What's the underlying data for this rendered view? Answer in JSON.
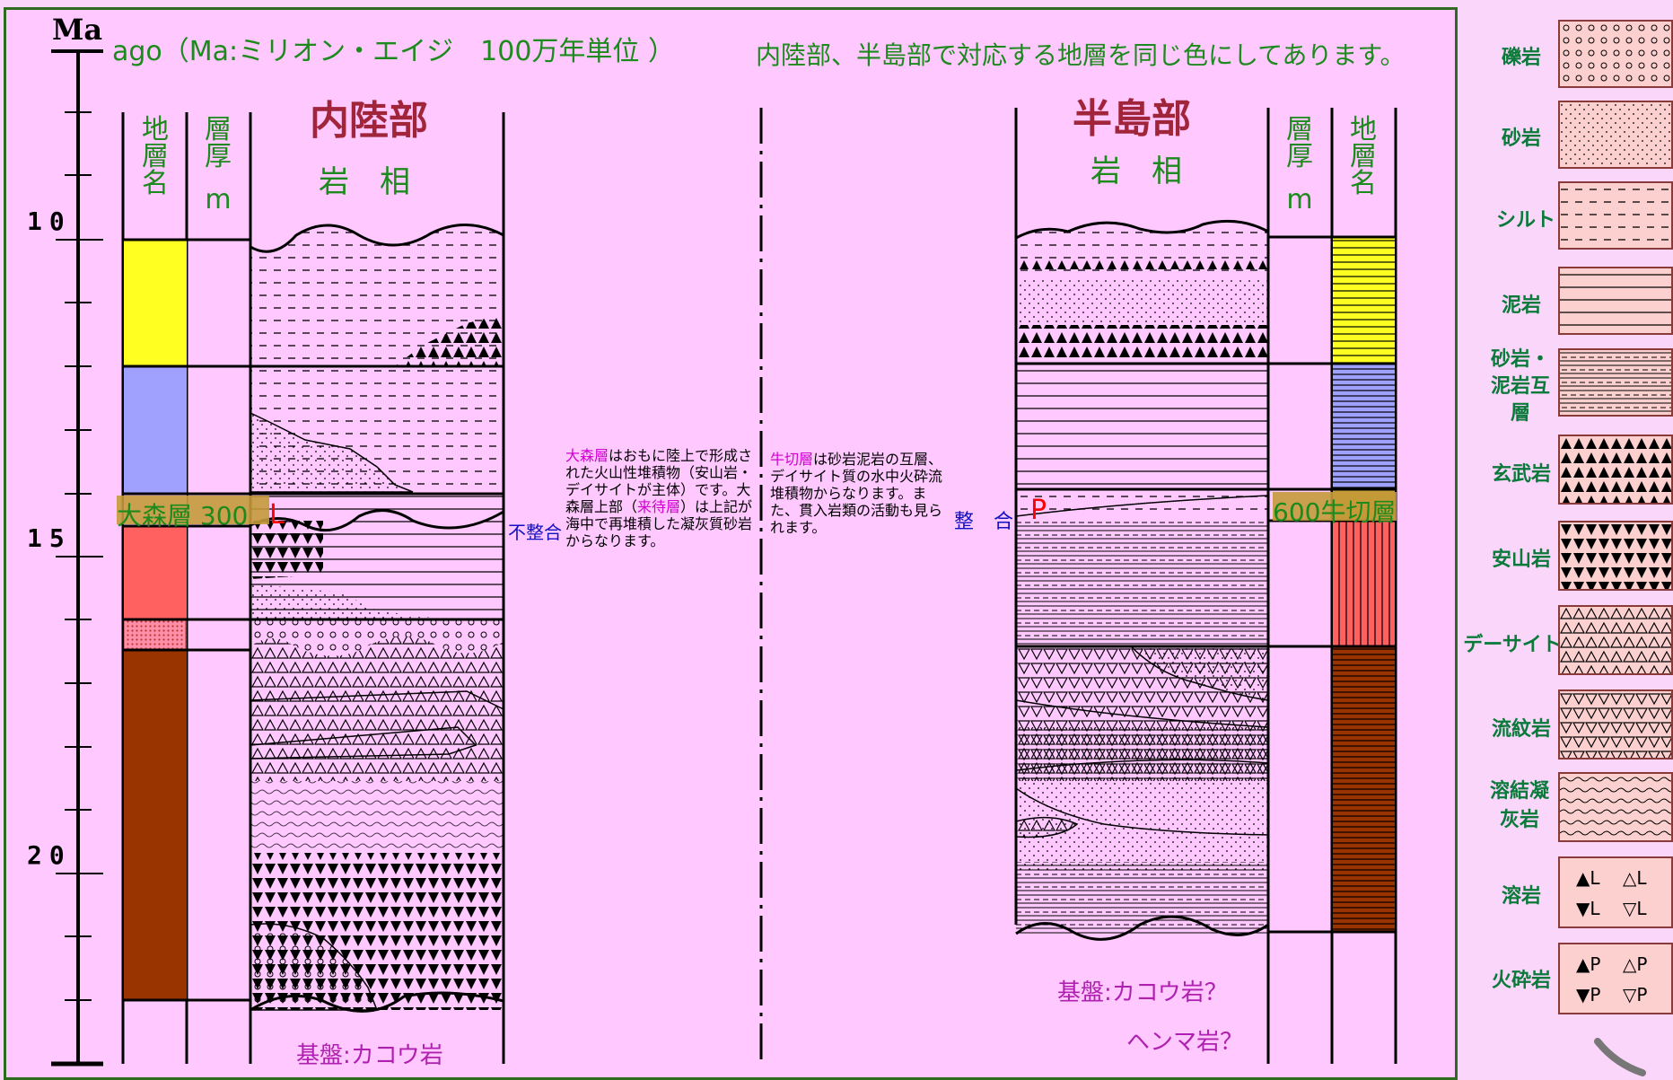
{
  "header": {
    "unit_symbol": "Ma",
    "unit_caption": "ago（Ma:ミリオン・エイジ　100万年単位 ）",
    "note": "内陸部、半島部で対応する地層を同じ色にしてあります。"
  },
  "axis": {
    "ticks": [
      {
        "label": "10",
        "value": 10
      },
      {
        "label": "15",
        "value": 15
      },
      {
        "label": "20",
        "value": 20
      }
    ]
  },
  "inland": {
    "title": "内陸部",
    "col_name": "地層名",
    "col_thickness": "層厚",
    "col_thickness_unit": "m",
    "col_facies": "岩　相",
    "formation_label": "大森層 300",
    "marker": "L",
    "unconformity": "不整合",
    "basement": "基盤:カコウ岩",
    "colors": [
      "#ffff22",
      "#a0a0ff",
      "#ff6060",
      "#993300"
    ]
  },
  "peninsula": {
    "title": "半島部",
    "col_name": "地層名",
    "col_thickness": "層厚",
    "col_thickness_unit": "m",
    "col_facies": "岩　相",
    "formation_label": "600牛切層",
    "marker": "P",
    "conformity": "整　合",
    "basement_1": "基盤:カコウ岩？",
    "basement_2": "ヘンマ岩？",
    "colors": [
      "#ffff22",
      "#a0a0ff",
      "#ff6060",
      "#993300"
    ]
  },
  "notes": {
    "omori_name": "大森層",
    "omori_text_1": "はおもに陸上で形成された火山性堆積物（安山岩・デイサイトが主体）です。大森層上部（",
    "kitai_name": "来待層",
    "omori_text_2": "）は上記が海中で再堆積した凝灰質砂岩からなります。",
    "ushikiri_name": "牛切層",
    "ushikiri_text": "は砂岩泥岩の互層、デイサイト質の水中火砕流堆積物からなります。また、貫入岩類の活動も見られます。"
  },
  "legend": [
    {
      "label": "礫岩",
      "pattern": "gravel"
    },
    {
      "label": "砂岩",
      "pattern": "sand"
    },
    {
      "label": "シルト",
      "pattern": "silt"
    },
    {
      "label": "泥岩",
      "pattern": "mud"
    },
    {
      "label": "砂岩・泥岩互層",
      "pattern": "alt"
    },
    {
      "label": "玄武岩",
      "pattern": "basalt"
    },
    {
      "label": "安山岩",
      "pattern": "andesite"
    },
    {
      "label": "デーサイト",
      "pattern": "dacite"
    },
    {
      "label": "流紋岩",
      "pattern": "rhyolite"
    },
    {
      "label": "溶結凝灰岩",
      "pattern": "tuff"
    },
    {
      "label": "溶岩",
      "pattern": "lava"
    },
    {
      "label": "火砕岩",
      "pattern": "pyro"
    }
  ],
  "legend_glyphs": {
    "lava": [
      "▲L",
      "△L",
      "▼L",
      "▽L"
    ],
    "pyro": [
      "▲P",
      "△P",
      "▼P",
      "▽P"
    ]
  }
}
